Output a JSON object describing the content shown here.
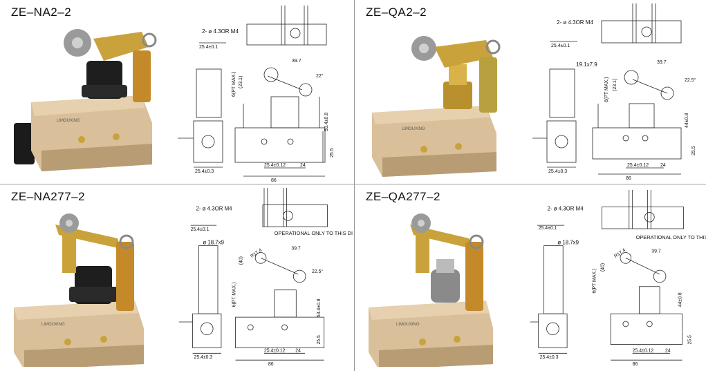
{
  "panels": [
    {
      "title": "ZE–NA2–2",
      "hole": "2- ø 4.3OR M4",
      "dims": {
        "top": "25.4±0.1",
        "arm": "39.7",
        "angle": "22°",
        "pt": "6(PT MAX.)",
        "free": "(23.1)",
        "op": "53.4±0.8",
        "body": "25.5",
        "bot1": "25.4±0.12",
        "bot2": "24",
        "total": "86",
        "side": "25.4±0.3"
      },
      "roller": "",
      "operational": ""
    },
    {
      "title": "ZE–QA2–2",
      "hole": "2- ø 4.3OR M4",
      "dims": {
        "top": "25.4±0.1",
        "arm": "39.7",
        "angle": "22.5°",
        "pt": "6(PT MAX.)",
        "free": "(23.1)",
        "op": "44±0.8",
        "body": "25.5",
        "bot1": "25.4±0.12",
        "bot2": "24",
        "total": "86",
        "side": "25.4±0.3"
      },
      "roller": "19.1x7.9",
      "operational": ""
    },
    {
      "title": "ZE–NA277–2",
      "hole": "2- ø 4.3OR M4",
      "dims": {
        "top": "25.4±0.1",
        "arm": "39.7",
        "angle": "22.5°",
        "pt": "6(PT MAX.)",
        "free": "(40)",
        "op": "53.4±0.8",
        "body": "25.5",
        "bot1": "25.4±0.12",
        "bot2": "24",
        "total": "86",
        "side": "25.4±0.3",
        "r": "R17.4"
      },
      "roller": "ø 18.7x9",
      "operational": "OPERATIONAL ONLY TO THIS DIRECTION"
    },
    {
      "title": "ZE–QA277–2",
      "hole": "2- ø 4.3OR M4",
      "dims": {
        "top": "25.4±0.1",
        "arm": "39.7",
        "angle": "",
        "pt": "6(PT MAX.)",
        "free": "(40)",
        "op": "44±0.8",
        "body": "25.5",
        "bot1": "25.4±0.12",
        "bot2": "24",
        "total": "86",
        "side": "25.4±0.3",
        "r": "R17.4"
      },
      "roller": "ø 18.7x9",
      "operational": "OPERATIONAL ONLY TO THIS DIRECTION"
    }
  ],
  "colors": {
    "body": "#d9c09a",
    "bodyShade": "#b89c74",
    "brass": "#c9a23c",
    "boot": "#1e1e1e",
    "line": "#222222",
    "divider": "#9a9a9a"
  }
}
